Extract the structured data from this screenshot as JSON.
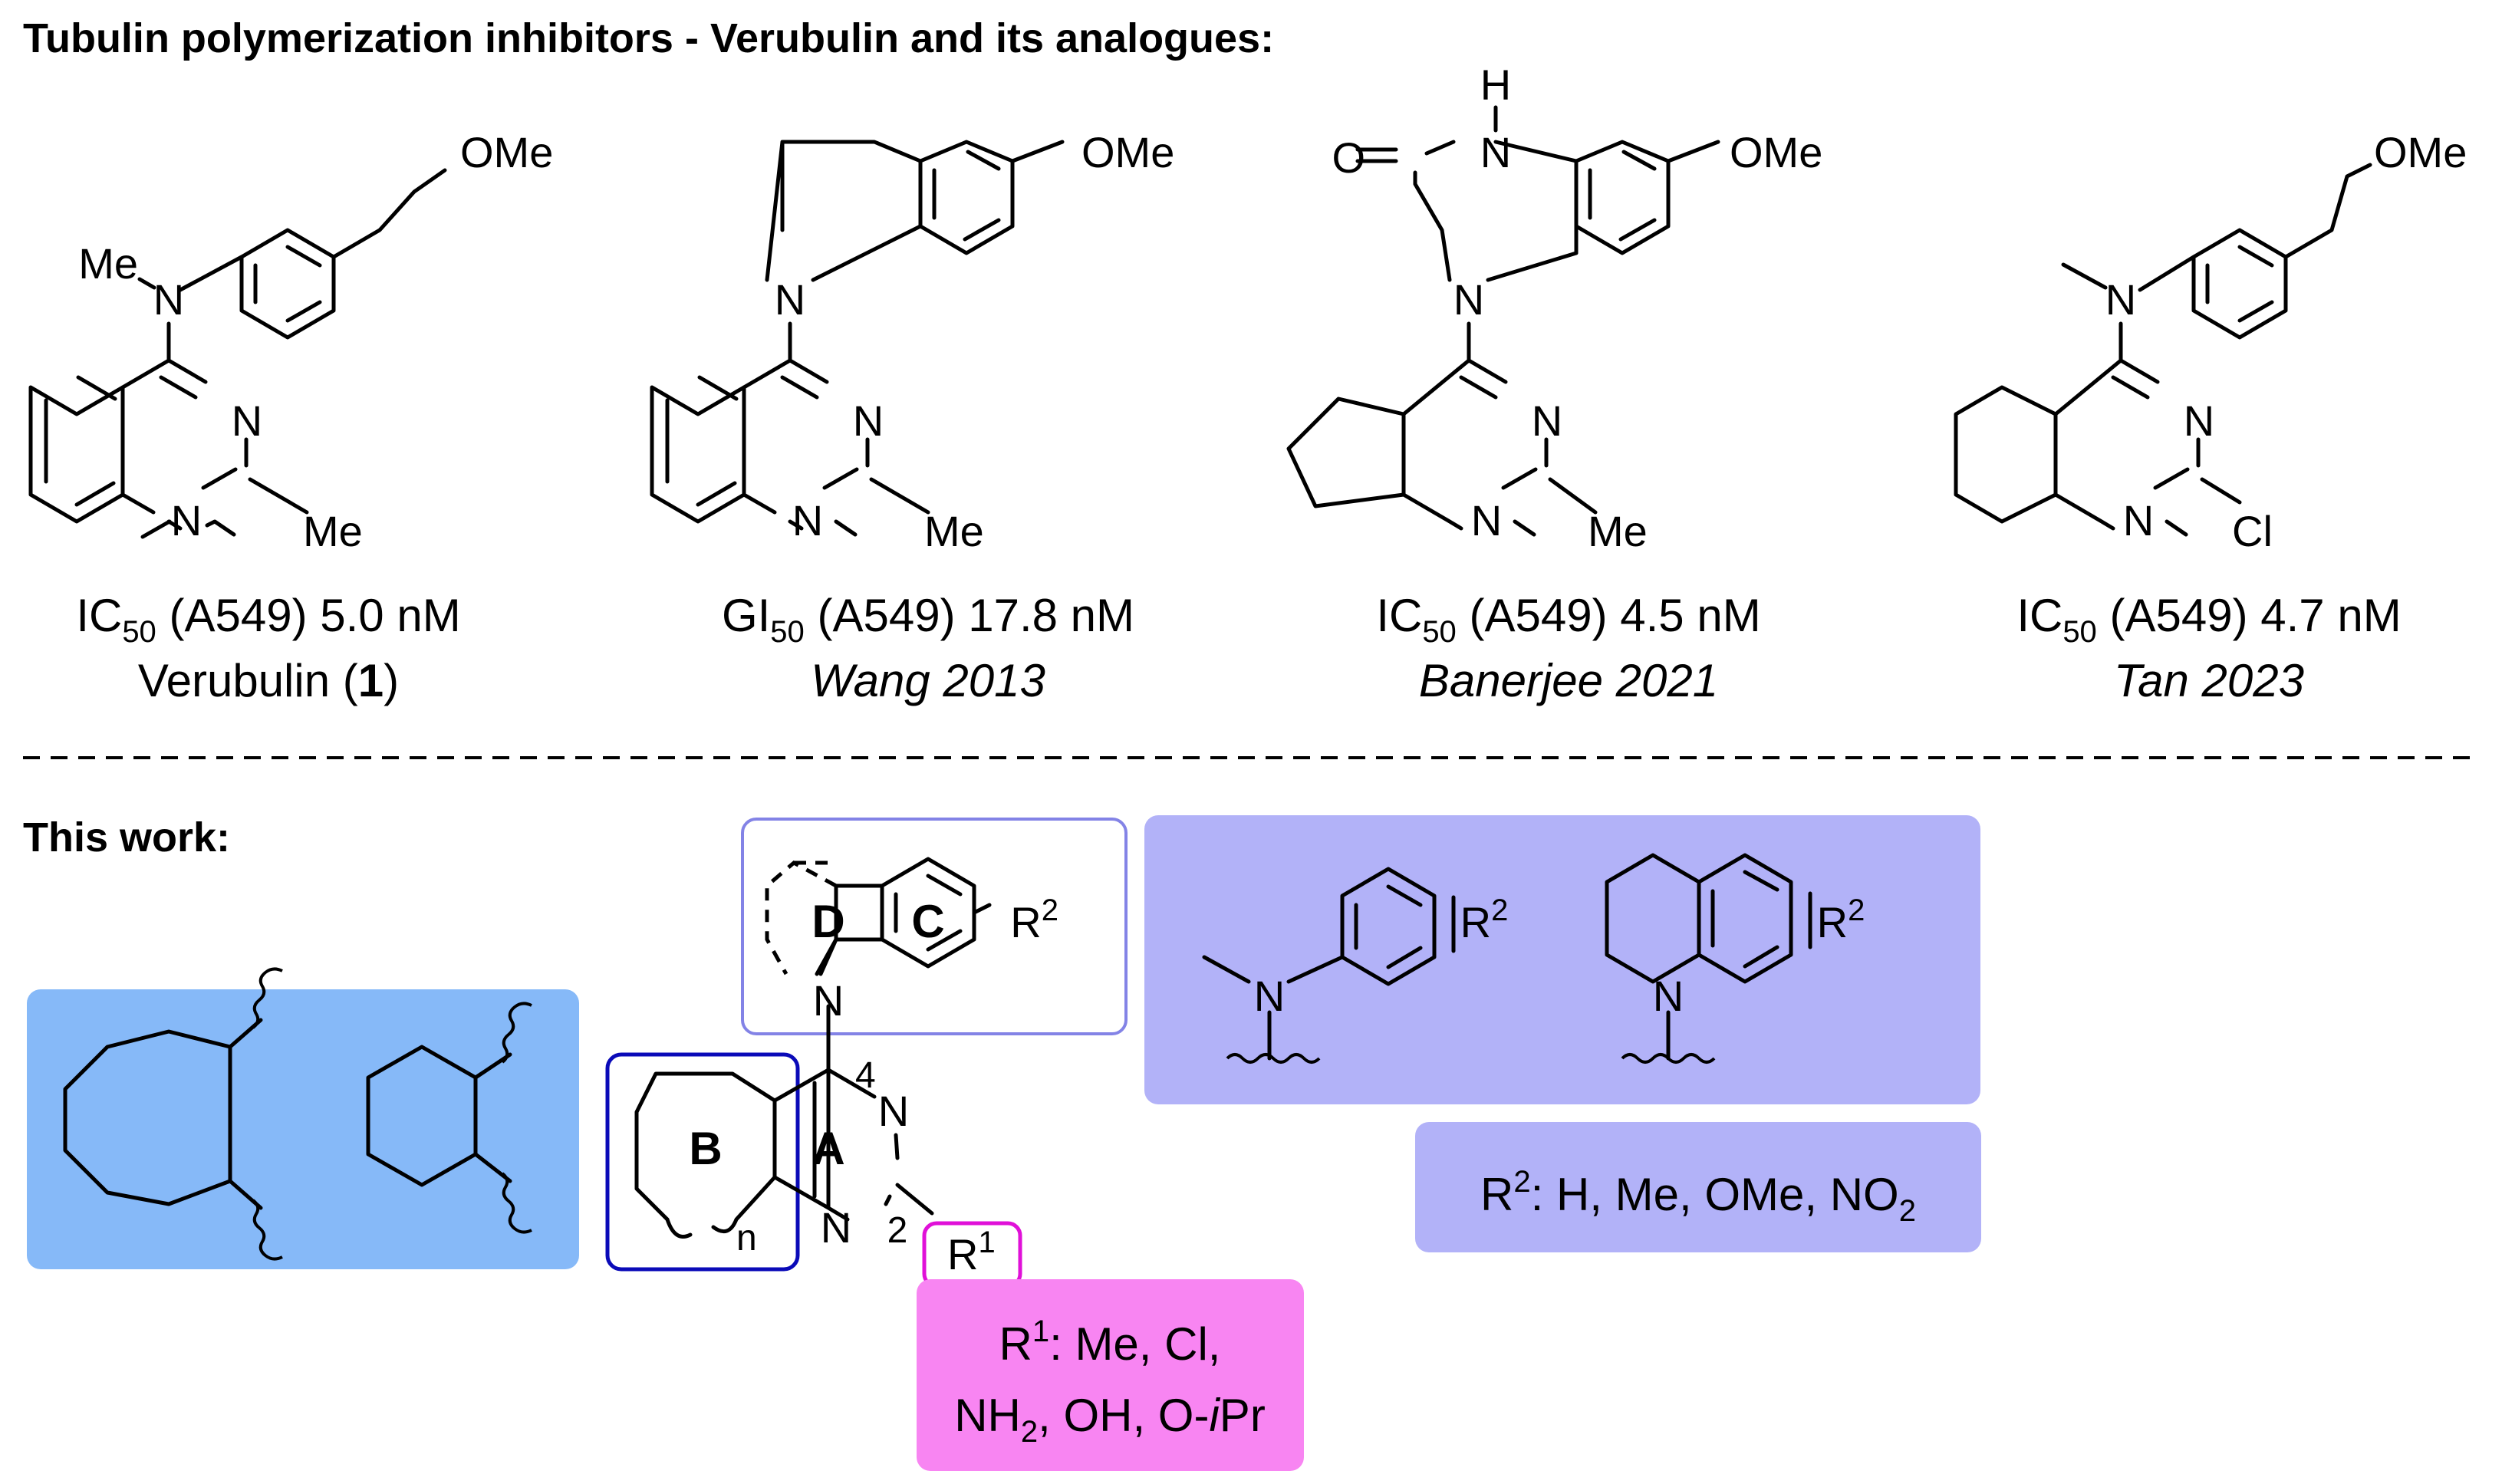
{
  "header": {
    "title": "Tubulin polymerization inhibitors - Verubulin and its analogues:",
    "this_work": "This work:"
  },
  "compounds": [
    {
      "atoms": {
        "ome": "OMe",
        "me_n": "Me",
        "n_amine": "N",
        "n3": "N",
        "n1": "N",
        "me": "Me"
      },
      "activity": {
        "metric": "IC",
        "sub": "50",
        "value": " (A549) 5.0 nM"
      },
      "name": "Verubulin (",
      "name_num": "1",
      "name_close": ")"
    },
    {
      "atoms": {
        "ome": "OMe",
        "n_amine": "N",
        "n3": "N",
        "n1": "N",
        "me": "Me"
      },
      "activity": {
        "metric": "GI",
        "sub": "50",
        "value": " (A549) 17.8 nM"
      },
      "ref": "Wang 2013"
    },
    {
      "atoms": {
        "h": "H",
        "o": "O",
        "nh": "N",
        "ome": "OMe",
        "n_amine": "N",
        "n3": "N",
        "n1": "N",
        "me": "Me"
      },
      "activity": {
        "metric": "IC",
        "sub": "50",
        "value": " (A549) 4.5 nM"
      },
      "ref": "Banerjee 2021"
    },
    {
      "atoms": {
        "ome": "OMe",
        "n_amine": "N",
        "n3": "N",
        "n1": "N",
        "cl": "Cl"
      },
      "activity": {
        "metric": "IC",
        "sub": "50",
        "value": " (A549) 4.7 nM"
      },
      "ref": "Tan 2023"
    }
  ],
  "scaffold": {
    "ring_a": "A",
    "ring_b": "B",
    "ring_c": "C",
    "ring_d": "D",
    "pos_4": "4",
    "pos_2": "2",
    "n_index": "n",
    "n_amine": "N",
    "n3": "N",
    "n1": "N",
    "r1": "R",
    "r1_sup": "1",
    "r2": "R",
    "r2_sup": "2"
  },
  "r2_box": {
    "n1": "N",
    "n2": "N",
    "r": "R",
    "sup": "2"
  },
  "r2_label": {
    "prefix": "R",
    "sup": "2",
    "text": ": H, Me, OMe, NO",
    "sub": "2"
  },
  "r1_label": {
    "prefix": "R",
    "sup": "1",
    "line1": ": Me, Cl,",
    "line2_a": "NH",
    "line2_sub": "2",
    "line2_b": ", OH, O-",
    "line2_i": "i",
    "line2_c": "Pr"
  },
  "colors": {
    "blue_box": "#86b9f8",
    "purple_box": "#b2b2f8",
    "pink_box": "#f885f2",
    "ring_b_frame": "#0a0ab8",
    "ring_cd_frame": "#8383e6",
    "r1_frame": "#e010d8"
  }
}
